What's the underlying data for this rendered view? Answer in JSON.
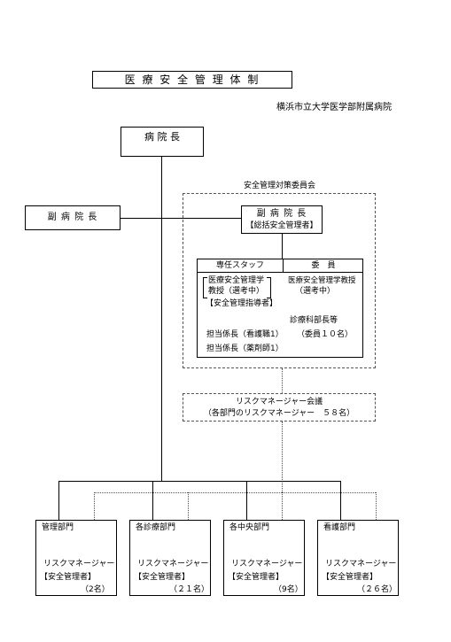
{
  "title": "医 療 安 全 管 理 体 制",
  "hospital": "横浜市立大学医学部附属病院",
  "director": "病 院 長",
  "vice_director_left": "副 病 院 長",
  "committee": {
    "title": "安全管理対策委員会",
    "vice_director": "副 病 院 長",
    "vice_director_role": "【総括安全管理者】",
    "staff_header": "専任スタッフ",
    "member_header": "委　員",
    "staff_lines": [
      "医療安全管理学",
      "教授（選考中）",
      "【安全管理指導者】"
    ],
    "staff_chief_nurse": "担当係長（看護職1）",
    "staff_chief_pharm": "担当係長（薬剤師1）",
    "member_lines": [
      "医療安全管理学教授",
      "（選考中）"
    ],
    "member_heads": "診療科部長等",
    "member_count": "（委員１０名）"
  },
  "risk_meeting": {
    "title": "リスクマネージャー会議",
    "subtitle": "（各部門のリスクマネージャー　５８名）"
  },
  "departments": [
    {
      "name": "管理部門",
      "role": "リスクマネージャー",
      "tag": "【安全管理者】",
      "count": "（2名）"
    },
    {
      "name": "各診療部門",
      "role": "リスクマネージャー",
      "tag": "【安全管理者】",
      "count": "（２１名）"
    },
    {
      "name": "各中央部門",
      "role": "リスクマネージャー",
      "tag": "【安全管理者】",
      "count": "（9名）"
    },
    {
      "name": "看護部門",
      "role": "リスクマネージャー",
      "tag": "【安全管理者】",
      "count": "（２６名）"
    }
  ]
}
